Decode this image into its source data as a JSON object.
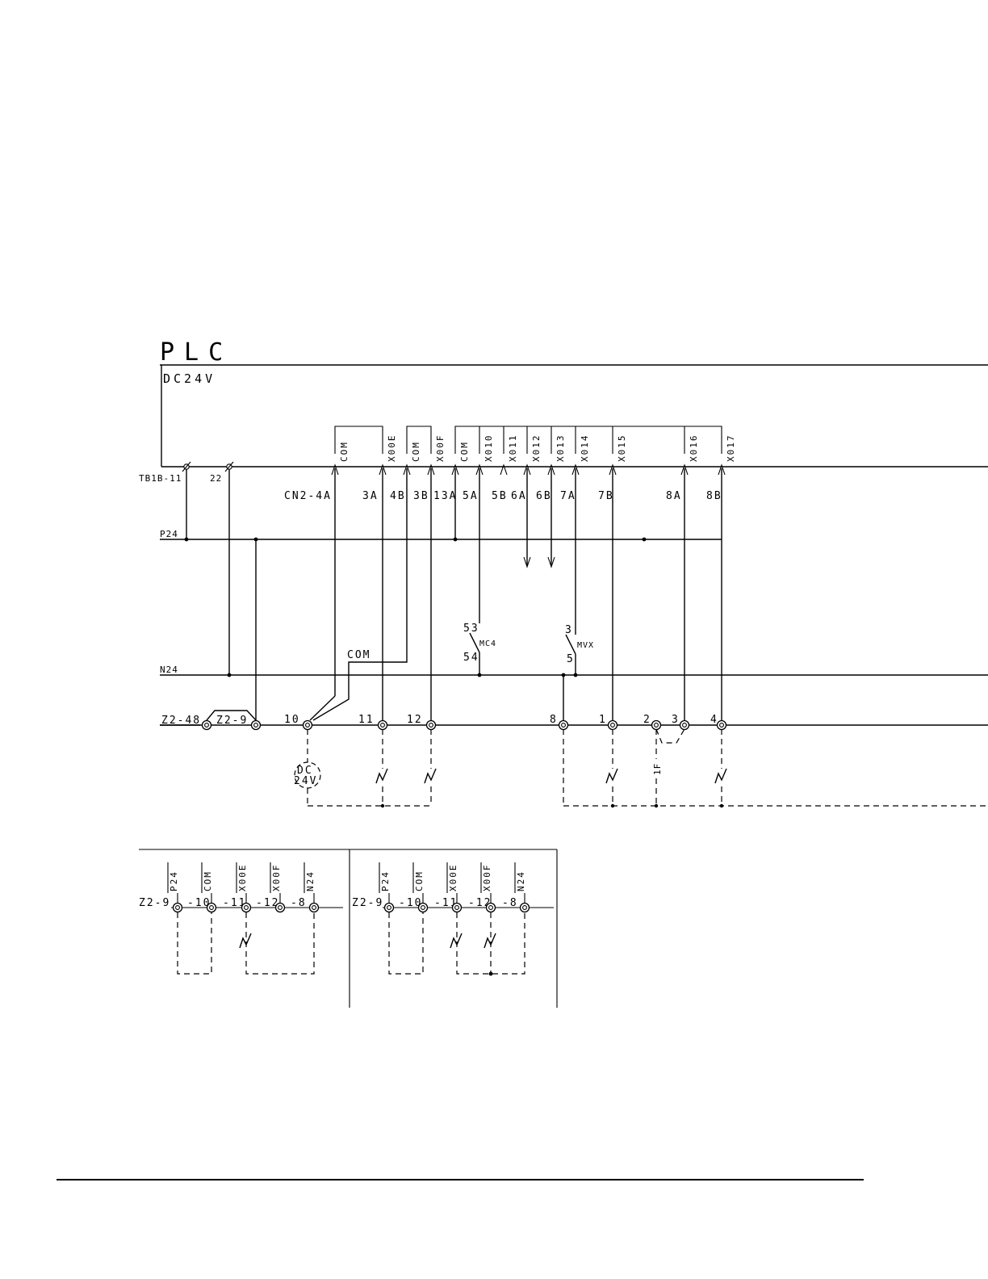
{
  "plc": {
    "title": "PLC",
    "supply": "DC24V",
    "inputs": [
      {
        "label": "COM",
        "wire": "CN2-4A"
      },
      {
        "label": "X00E",
        "wire": "3A"
      },
      {
        "label": "COM",
        "wire": "4B"
      },
      {
        "label": "X00F",
        "wire": "3B"
      },
      {
        "label": "COM",
        "wire": "13A"
      },
      {
        "label": "X010",
        "wire": "5A"
      },
      {
        "label": "X011",
        "wire": "5B"
      },
      {
        "label": "X012",
        "wire": "6A"
      },
      {
        "label": "X013",
        "wire": "6B"
      },
      {
        "label": "X014",
        "wire": "7A"
      },
      {
        "label": "X015",
        "wire": "7B"
      },
      {
        "label": "X016",
        "wire": "8A"
      },
      {
        "label": "X017",
        "wire": "8B"
      }
    ]
  },
  "buses": {
    "p24": "P24",
    "n24": "N24",
    "com": "COM",
    "tb": "TB1B-11",
    "tb2": "22"
  },
  "terminals": {
    "z2_48": "Z2-48",
    "z2_9": "Z2-9",
    "t10": "10",
    "t11": "11",
    "t12": "12",
    "t8": "8",
    "t1": "1",
    "t2": "2",
    "t3": "3",
    "t4": "4"
  },
  "contacts": {
    "mc4": {
      "name": "MC4",
      "top": "53",
      "bottom": "54"
    },
    "mvx": {
      "name": "MVX",
      "top": "3",
      "bottom": "5"
    },
    "switch_1f": "1F"
  },
  "dc_source": {
    "line1": "DC",
    "line2": "24V"
  },
  "detail_panels": [
    {
      "labels": [
        "P24",
        "COM",
        "X00E",
        "X00F",
        "N24"
      ],
      "terminals": [
        "Z2-9",
        "-10",
        "-11",
        "-12",
        "-8"
      ]
    },
    {
      "labels": [
        "P24",
        "COM",
        "X00E",
        "X00F",
        "N24"
      ],
      "terminals": [
        "Z2-9",
        "-10",
        "-11",
        "-12",
        "-8"
      ]
    }
  ]
}
